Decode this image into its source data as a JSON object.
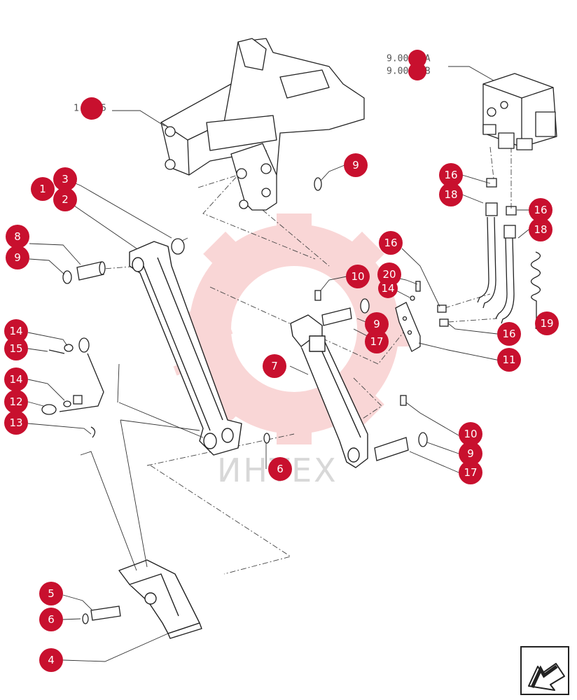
{
  "watermark": "ИНТЕХ",
  "references": {
    "frame": "1.21.5",
    "valve_a": "9.00825A",
    "valve_b": "9.00825B"
  },
  "callouts": [
    {
      "label": "1"
    },
    {
      "label": "3"
    },
    {
      "label": "2"
    },
    {
      "label": "8"
    },
    {
      "label": "9"
    },
    {
      "label": "14"
    },
    {
      "label": "15"
    },
    {
      "label": "14"
    },
    {
      "label": "12"
    },
    {
      "label": "13"
    },
    {
      "label": "5"
    },
    {
      "label": "6"
    },
    {
      "label": "4"
    },
    {
      "label": "6"
    },
    {
      "label": "9"
    },
    {
      "label": "16"
    },
    {
      "label": "18"
    },
    {
      "label": "16"
    },
    {
      "label": "18"
    },
    {
      "label": "16"
    },
    {
      "label": "10"
    },
    {
      "label": "20"
    },
    {
      "label": "14"
    },
    {
      "label": "9"
    },
    {
      "label": "17"
    },
    {
      "label": "7"
    },
    {
      "label": "11"
    },
    {
      "label": "16"
    },
    {
      "label": "19"
    },
    {
      "label": "10"
    },
    {
      "label": "9"
    },
    {
      "label": "17"
    }
  ],
  "colors": {
    "callout_fill": "#c8102e",
    "line": "#333333",
    "watermark": "#f5b5b5"
  },
  "icons": {
    "nav": "arrow-down-left-icon"
  }
}
